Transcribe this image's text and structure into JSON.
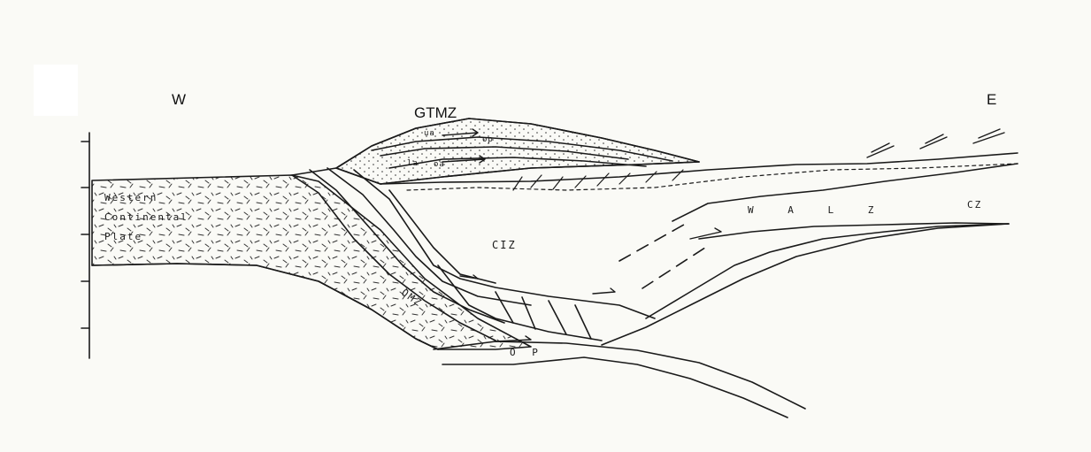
{
  "labels": {
    "west": "W",
    "east": "E",
    "gtmz": "GTMZ",
    "western_plate_line1": "Western",
    "western_plate_line2": "Continental",
    "western_plate_line3": "Plate",
    "ciz": "CIZ",
    "walz": "W A L Z",
    "cz": "CZ",
    "omz": "OMZ",
    "op": "O P",
    "unit_ua": "ua",
    "unit_op": "op",
    "unit_la": "la",
    "unit_oa": "oa"
  },
  "colors": {
    "background": "#fafaf6",
    "ink": "#1a1a1a"
  }
}
